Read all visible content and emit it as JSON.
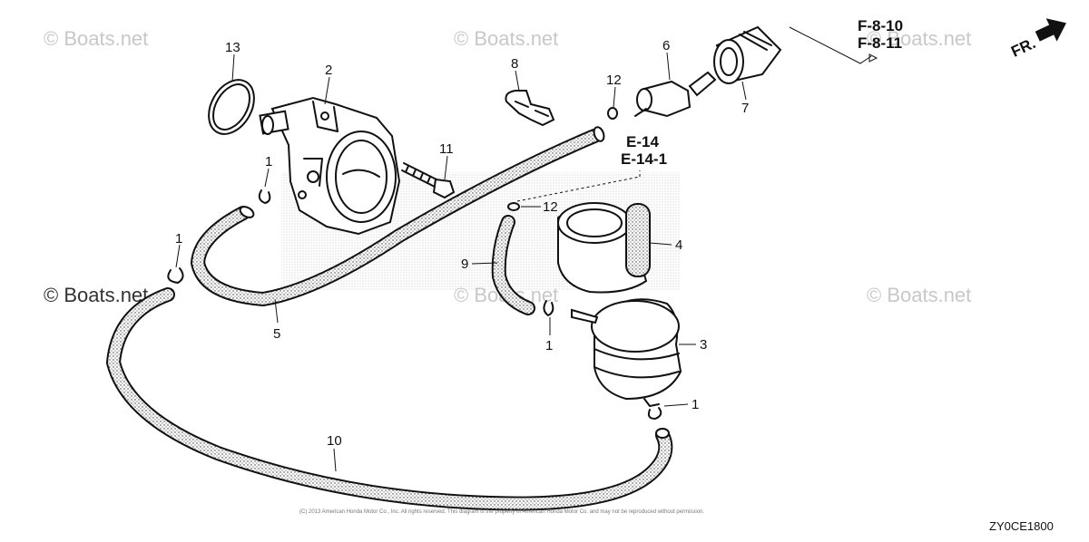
{
  "watermarks": [
    "© Boats.net",
    "© Boats.net",
    "© Boats.net",
    "© Boats.net",
    "© Boats.net",
    "© Boats.net"
  ],
  "callouts": {
    "p1a": "1",
    "p1b": "1",
    "p1c": "1",
    "p1d": "1",
    "p2": "2",
    "p3": "3",
    "p4": "4",
    "p5": "5",
    "p6": "6",
    "p7": "7",
    "p8": "8",
    "p9": "9",
    "p10": "10",
    "p11": "11",
    "p12a": "12",
    "p12b": "12",
    "p13": "13"
  },
  "references": {
    "e14": "E-14",
    "e141": "E-14-1",
    "f810": "F-8-10",
    "f811": "F-8-11",
    "front": "FR."
  },
  "diagram_code": "ZY0CE1800",
  "copyright": "(C) 2013 American Honda Motor Co., Inc. All rights reserved. This diagram is the property of American Honda Motor Co. and may not be reproduced without permission."
}
